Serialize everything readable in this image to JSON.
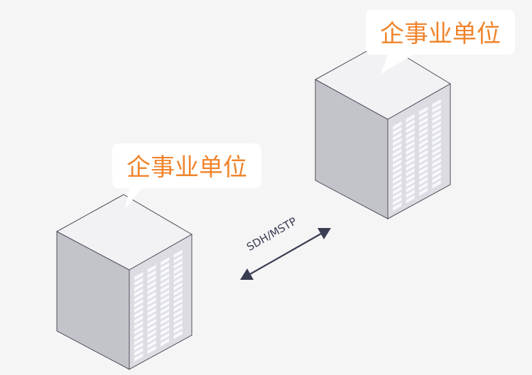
{
  "nodes": [
    {
      "id": "building-left",
      "label": "企事业单位"
    },
    {
      "id": "building-right",
      "label": "企事业单位"
    }
  ],
  "link": {
    "label": "SDH/MSTP"
  },
  "colors": {
    "background": "#f5f5f5",
    "label": "#f0842c",
    "arrow": "#3a3d52",
    "building_top": "#f2f2f4",
    "building_left": "#c2c2c9",
    "building_right": "#ddddE2",
    "window": "#f7f8fb",
    "outline": "#50505e"
  }
}
